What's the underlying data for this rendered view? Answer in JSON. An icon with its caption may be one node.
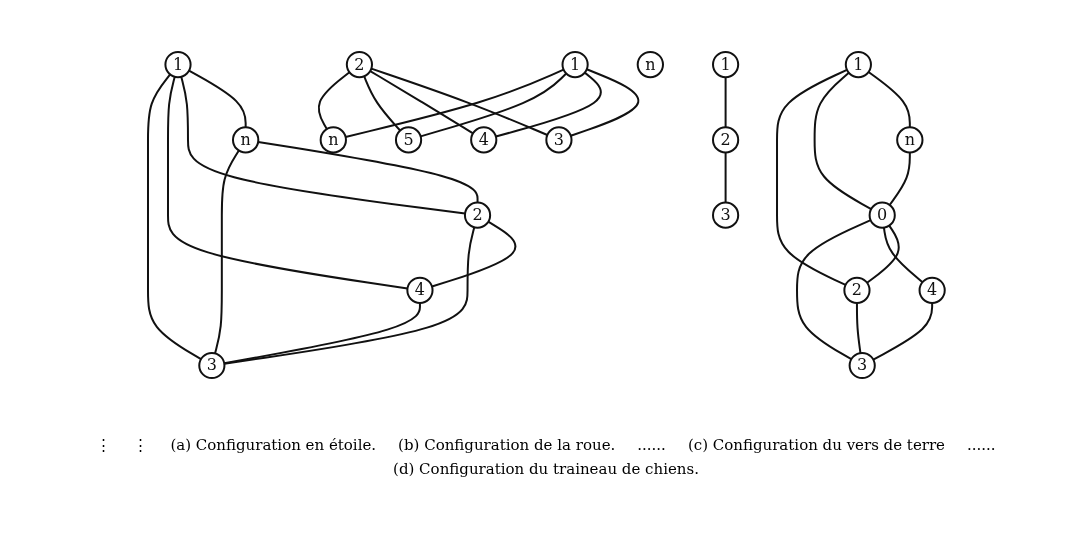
{
  "diagram": {
    "nodes": [
      {
        "text": [
          "1"
        ]
      },
      {
        "text": [
          "n"
        ]
      },
      {
        "text": [
          "2"
        ]
      },
      {
        "text": [
          "4"
        ]
      },
      {
        "text": [
          "3"
        ]
      },
      {
        "text": [
          "1"
        ]
      },
      {
        "text": [
          "n"
        ]
      },
      {
        "text": [
          "2"
        ]
      },
      {
        "text": [
          "0"
        ]
      },
      {
        "text": [
          "4"
        ]
      },
      {
        "text": [
          "3"
        ]
      },
      {
        "text": [
          "1"
        ]
      },
      {
        "text": [
          "2"
        ]
      },
      {
        "text": [
          "3"
        ]
      },
      {
        "text": [
          "n"
        ]
      },
      {
        "text": [
          "1"
        ]
      },
      {
        "text": [
          "2"
        ]
      },
      {
        "text": [
          "3"
        ]
      },
      {
        "text": [
          "4"
        ]
      },
      {
        "text": [
          "5"
        ]
      },
      {
        "text": [
          "n"
        ]
      }
    ],
    "edges": [
      {
        "from": 0,
        "to": 1,
        "arrow": "none"
      },
      {
        "from": 0,
        "to": 2,
        "arrow": "none"
      },
      {
        "from": 0,
        "to": 3,
        "arrow": "none"
      },
      {
        "from": 0,
        "to": 4,
        "arrow": "none"
      },
      {
        "from": 1,
        "to": 2,
        "arrow": "none"
      },
      {
        "from": 1,
        "to": 4,
        "arrow": "none"
      },
      {
        "from": 2,
        "to": 3,
        "arrow": "none"
      },
      {
        "from": 2,
        "to": 4,
        "arrow": "none"
      },
      {
        "from": 3,
        "to": 4,
        "arrow": "none"
      },
      {
        "from": 5,
        "to": 6,
        "arrow": "none"
      },
      {
        "from": 5,
        "to": 8,
        "arrow": "none"
      },
      {
        "from": 5,
        "to": 7,
        "arrow": "none"
      },
      {
        "from": 6,
        "to": 8,
        "arrow": "none"
      },
      {
        "from": 8,
        "to": 7,
        "arrow": "none"
      },
      {
        "from": 8,
        "to": 9,
        "arrow": "none"
      },
      {
        "from": 8,
        "to": 10,
        "arrow": "none"
      },
      {
        "from": 7,
        "to": 10,
        "arrow": "none"
      },
      {
        "from": 9,
        "to": 10,
        "arrow": "none"
      },
      {
        "from": 11,
        "to": 12,
        "arrow": "none"
      },
      {
        "from": 12,
        "to": 13,
        "arrow": "none"
      },
      {
        "from": 15,
        "to": 17,
        "arrow": "none"
      },
      {
        "from": 15,
        "to": 18,
        "arrow": "none"
      },
      {
        "from": 15,
        "to": 19,
        "arrow": "none"
      },
      {
        "from": 15,
        "to": 20,
        "arrow": "none"
      },
      {
        "from": 16,
        "to": 17,
        "arrow": "none"
      },
      {
        "from": 16,
        "to": 18,
        "arrow": "none"
      },
      {
        "from": 16,
        "to": 19,
        "arrow": "none"
      },
      {
        "from": 16,
        "to": 20,
        "arrow": "none"
      }
    ],
    "labels": [
      "⋮",
      "⋮",
      "(a) Configuration en étoile.",
      "(b) Configuration de la roue.",
      "......",
      "(c) Configuration du vers de terre",
      "......",
      "(d) Configuration du traineau de chiens."
    ]
  }
}
